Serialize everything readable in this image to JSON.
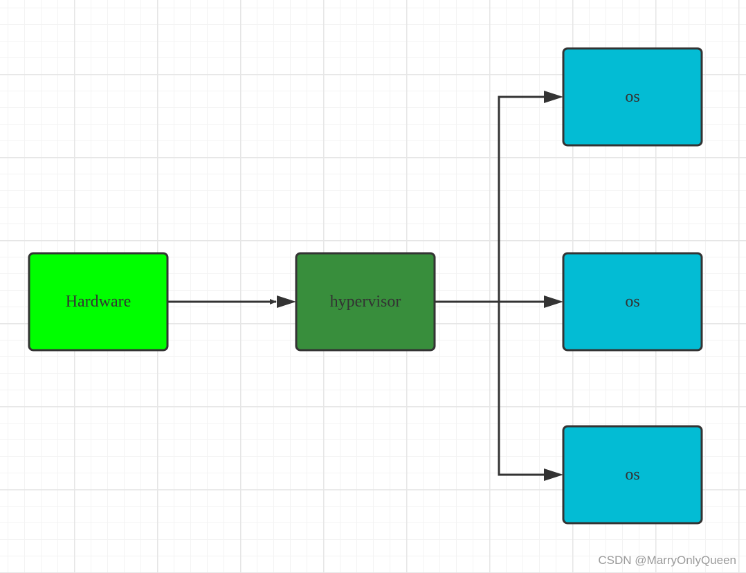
{
  "diagram": {
    "nodes": {
      "hardware": {
        "label": "Hardware",
        "fill": "#00ff00"
      },
      "hypervisor": {
        "label": "hypervisor",
        "fill": "#388e3c"
      },
      "os_top": {
        "label": "os",
        "fill": "#03bcd4"
      },
      "os_middle": {
        "label": "os",
        "fill": "#03bcd4"
      },
      "os_bottom": {
        "label": "os",
        "fill": "#03bcd4"
      }
    },
    "stroke_color": "#333333"
  },
  "watermark": {
    "text": "CSDN @MarryOnlyQueen"
  }
}
